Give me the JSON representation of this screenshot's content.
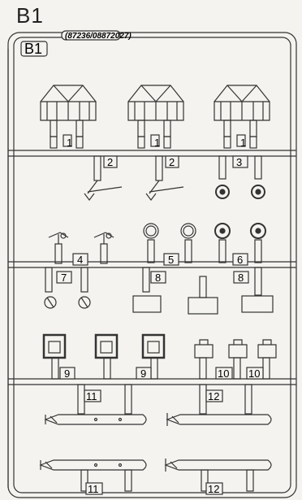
{
  "sheet": {
    "title": "B1",
    "corner_label": "B1",
    "code": "(87236/08872027)"
  },
  "part_numbers": {
    "n1": "1",
    "n2": "2",
    "n3": "3",
    "n4": "4",
    "n5": "5",
    "n6": "6",
    "n7": "7",
    "n8": "8",
    "n9": "9",
    "n10": "10",
    "n11": "11",
    "n12": "12"
  }
}
